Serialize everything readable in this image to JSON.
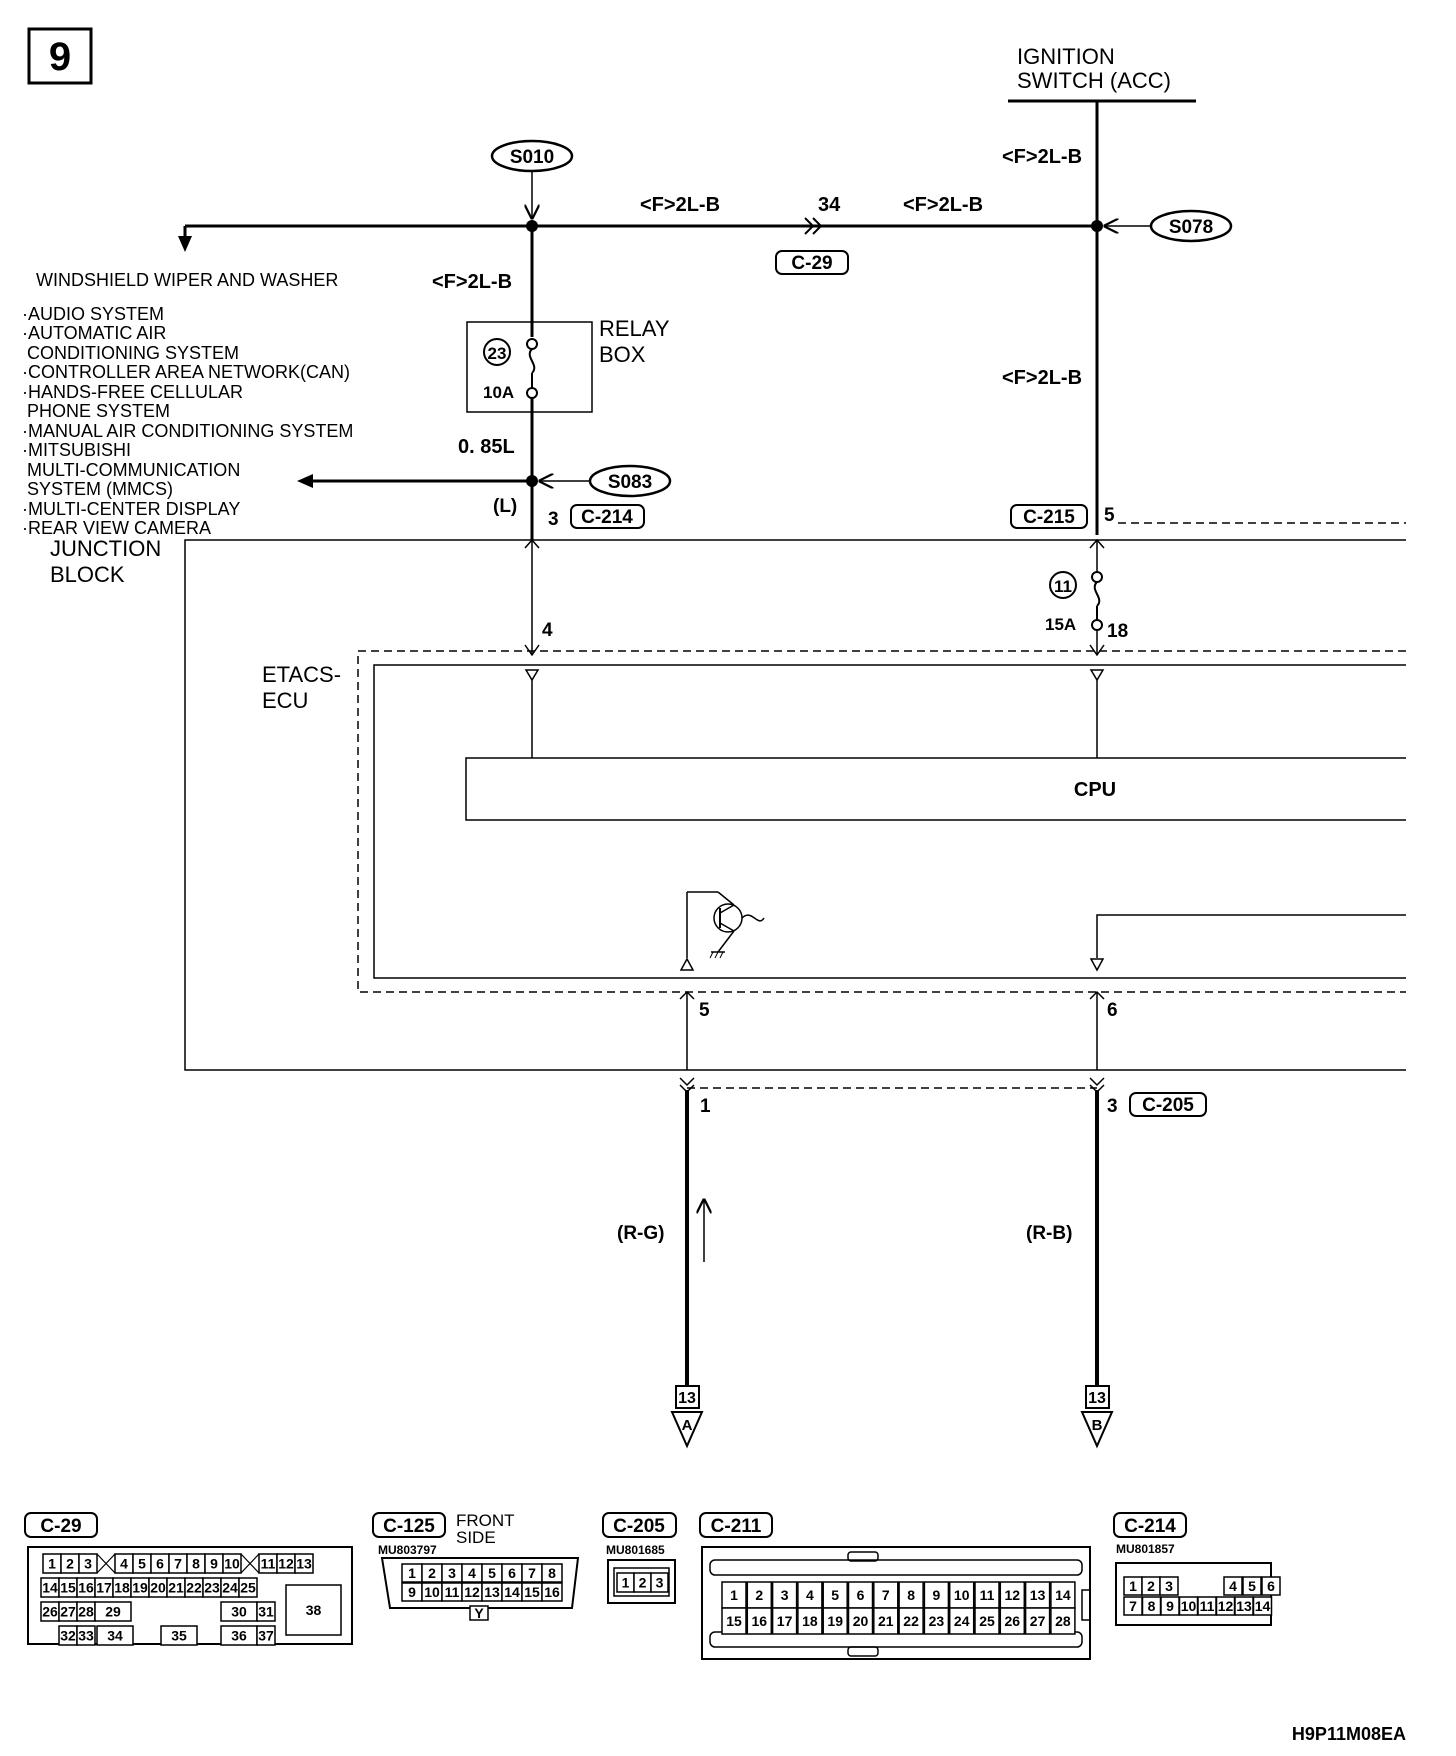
{
  "page_number": "9",
  "figure_code": "H9P11M08EA",
  "ignition": {
    "line1": "IGNITION",
    "line2": "SWITCH (ACC)"
  },
  "splices": {
    "s010": "S010",
    "s078": "S078",
    "s083": "S083"
  },
  "wires": {
    "w1": "<F>2L-B",
    "w2": "<F>2L-B",
    "w3": "<F>2L-B",
    "w4": "<F>2L-B",
    "w5": "<F>2L-B",
    "w_085": "0. 85L",
    "w_l": "(L)",
    "w_rg": "(R-G)",
    "w_rb": "(R-B)"
  },
  "pins": {
    "p34": "34",
    "p3a": "3",
    "p5a": "5",
    "p4": "4",
    "p18": "18",
    "p5b": "5",
    "p6": "6",
    "p1": "1",
    "p3b": "3"
  },
  "connector_tags": {
    "c29": "C-29",
    "c214": "C-214",
    "c215": "C-215",
    "c205": "C-205"
  },
  "wiper_label": "WINDSHIELD WIPER AND WASHER",
  "systems": [
    "·AUDIO SYSTEM",
    "·AUTOMATIC AIR",
    " CONDITIONING SYSTEM",
    "·CONTROLLER AREA NETWORK(CAN)",
    "·HANDS-FREE CELLULAR",
    " PHONE SYSTEM",
    "·MANUAL AIR CONDITIONING SYSTEM",
    "·MITSUBISHI",
    " MULTI-COMMUNICATION",
    " SYSTEM (MMCS)",
    "·MULTI-CENTER DISPLAY",
    "·REAR VIEW CAMERA"
  ],
  "relay_box": {
    "line1": "RELAY",
    "line2": "BOX",
    "fuse_no": "23",
    "fuse_amp": "10A"
  },
  "junction_block": {
    "line1": "JUNCTION",
    "line2": "BLOCK",
    "fuse_no": "11",
    "fuse_amp": "15A"
  },
  "etacs": {
    "line1": "ETACS-",
    "line2": "ECU"
  },
  "cpu_label": "CPU",
  "refs": {
    "a_num": "13",
    "a_letter": "A",
    "b_num": "13",
    "b_letter": "B"
  },
  "bottom_connectors": {
    "c29": {
      "tag": "C-29",
      "top_row": [
        "1",
        "2",
        "3",
        "4",
        "5",
        "6",
        "7",
        "8",
        "9",
        "10",
        "11",
        "12",
        "13"
      ],
      "mid_row": [
        "14",
        "15",
        "16",
        "17",
        "18",
        "19",
        "20",
        "21",
        "22",
        "23",
        "24",
        "25"
      ],
      "row3": [
        "26",
        "27",
        "28",
        "29",
        "30",
        "31"
      ],
      "row4": [
        "32",
        "33",
        "34",
        "35",
        "36",
        "37"
      ],
      "big": "38"
    },
    "c125": {
      "tag": "C-125",
      "desc1": "FRONT",
      "desc2": "SIDE",
      "part": "MU803797",
      "row1": [
        "1",
        "2",
        "3",
        "4",
        "5",
        "6",
        "7",
        "8"
      ],
      "row2": [
        "9",
        "10",
        "11",
        "12",
        "13",
        "14",
        "15",
        "16"
      ],
      "key": "Y"
    },
    "c205": {
      "tag": "C-205",
      "part": "MU801685",
      "row1": [
        "1",
        "2",
        "3"
      ]
    },
    "c211": {
      "tag": "C-211",
      "row1": [
        "1",
        "2",
        "3",
        "4",
        "5",
        "6",
        "7",
        "8",
        "9",
        "10",
        "11",
        "12",
        "13",
        "14"
      ],
      "row2": [
        "15",
        "16",
        "17",
        "18",
        "19",
        "20",
        "21",
        "22",
        "23",
        "24",
        "25",
        "26",
        "27",
        "28"
      ]
    },
    "c214": {
      "tag": "C-214",
      "part": "MU801857",
      "row1": [
        "1",
        "2",
        "3",
        "4",
        "5",
        "6"
      ],
      "row2": [
        "7",
        "8",
        "9",
        "10",
        "11",
        "12",
        "13",
        "14"
      ]
    }
  }
}
